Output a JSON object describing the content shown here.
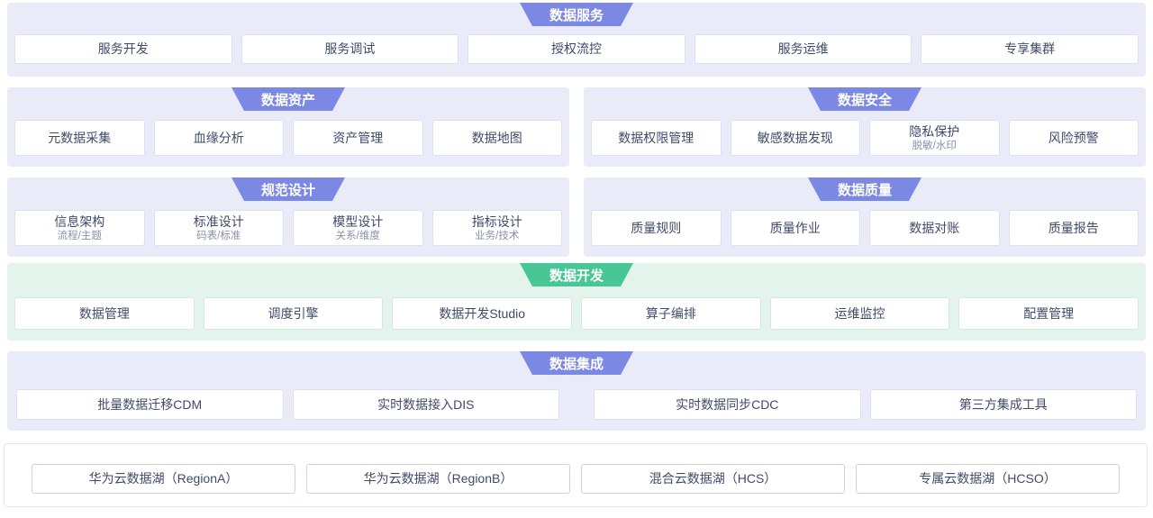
{
  "colors": {
    "ribbon-purple": "#7b88e4",
    "ribbon-green": "#47c795",
    "panel-lavender": "#e9ecf8",
    "panel-green": "#e2f4eb",
    "card-border": "#dbe1f3",
    "card-border-green": "#d8e6e0",
    "card-border-bottom": "#c9d2ea",
    "text-main": "#404b6a",
    "text-sub": "#8790a6"
  },
  "sections": {
    "service": {
      "title": "数据服务",
      "items": [
        {
          "label": "服务开发"
        },
        {
          "label": "服务调试"
        },
        {
          "label": "授权流控"
        },
        {
          "label": "服务运维"
        },
        {
          "label": "专享集群"
        }
      ]
    },
    "asset": {
      "title": "数据资产",
      "items": [
        {
          "label": "元数据采集"
        },
        {
          "label": "血缘分析"
        },
        {
          "label": "资产管理"
        },
        {
          "label": "数据地图"
        }
      ]
    },
    "security": {
      "title": "数据安全",
      "items": [
        {
          "label": "数据权限管理"
        },
        {
          "label": "敏感数据发现"
        },
        {
          "label": "隐私保护",
          "sub": "脱敏/水印"
        },
        {
          "label": "风险预警"
        }
      ]
    },
    "spec": {
      "title": "规范设计",
      "items": [
        {
          "label": "信息架构",
          "sub": "流程/主题"
        },
        {
          "label": "标准设计",
          "sub": "码表/标准"
        },
        {
          "label": "模型设计",
          "sub": "关系/维度"
        },
        {
          "label": "指标设计",
          "sub": "业务/技术"
        }
      ]
    },
    "quality": {
      "title": "数据质量",
      "items": [
        {
          "label": "质量规则"
        },
        {
          "label": "质量作业"
        },
        {
          "label": "数据对账"
        },
        {
          "label": "质量报告"
        }
      ]
    },
    "dev": {
      "title": "数据开发",
      "items": [
        {
          "label": "数据管理"
        },
        {
          "label": "调度引擎"
        },
        {
          "label": "数据开发Studio"
        },
        {
          "label": "算子编排"
        },
        {
          "label": "运维监控"
        },
        {
          "label": "配置管理"
        }
      ]
    },
    "integration": {
      "title": "数据集成",
      "groups": {
        "left": [
          {
            "label": "批量数据迁移CDM"
          },
          {
            "label": "实时数据接入DIS"
          }
        ],
        "right": [
          {
            "label": "实时数据同步CDC"
          },
          {
            "label": "第三方集成工具"
          }
        ]
      }
    },
    "lake": {
      "items": [
        {
          "label": "华为云数据湖（RegionA）"
        },
        {
          "label": "华为云数据湖（RegionB）"
        },
        {
          "label": "混合云数据湖（HCS）"
        },
        {
          "label": "专属云数据湖（HCSO）"
        }
      ]
    }
  }
}
